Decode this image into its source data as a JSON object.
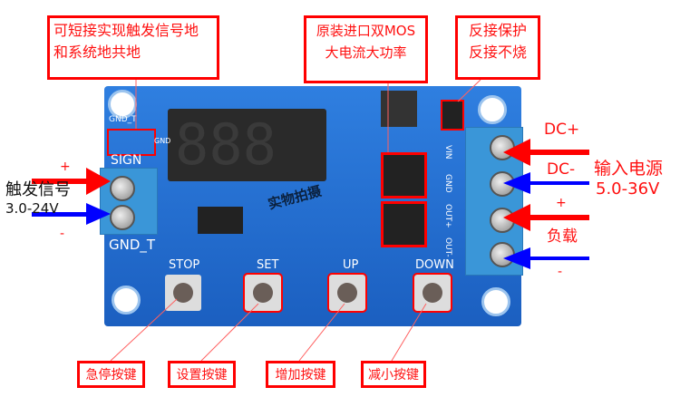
{
  "callouts": {
    "trigger_ground": [
      "可短接实现触发信号地",
      "和系统地共地"
    ],
    "mos": [
      "原装进口双MOS",
      "大电流大功率"
    ],
    "reverse": [
      "反接保护",
      "反接不烧"
    ]
  },
  "left": {
    "plus": "+",
    "minus": "-",
    "title": "触发信号",
    "range": "3.0-24V"
  },
  "right": {
    "dc_plus": "DC+",
    "dc_minus": "DC-",
    "power_title": "输入电源",
    "power_range": "5.0-36V",
    "load_plus": "+",
    "load_title": "负载",
    "load_minus": "-"
  },
  "silkscreen": {
    "sign": "SIGN",
    "gnd_t": "GND_T",
    "gnd_top": "GND_T",
    "gnd": "GND",
    "stop": "STOP",
    "set": "SET",
    "up": "UP",
    "down": "DOWN",
    "vin": "VIN",
    "gnd_r": "GND",
    "out_plus": "OUT+",
    "out_minus": "OUT-",
    "display": "888"
  },
  "buttons": [
    "急停按键",
    "设置按键",
    "增加按键",
    "减小按键"
  ],
  "watermark": "实物拍摄",
  "colors": {
    "callout": "#ff0000",
    "positive_arrow": "#ff0000",
    "negative_arrow": "#0000ff",
    "pcb": "#1e64c8",
    "terminal": "#3a96d8"
  }
}
